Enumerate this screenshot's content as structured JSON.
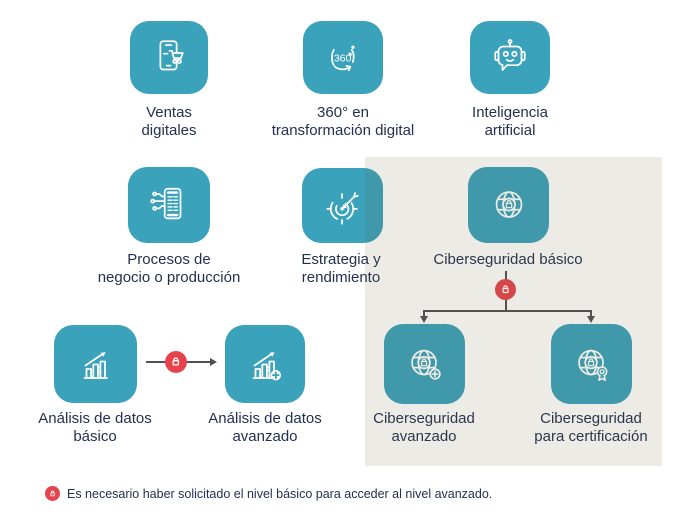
{
  "colors": {
    "tile_teal": "#3BA2BB",
    "panel_tint": "#ECEBE5",
    "label_text": "#243050",
    "connector": "#4F5055",
    "lock_red": "#E5444E"
  },
  "modules": {
    "ventas_digitales": {
      "label": "Ventas\ndigitales",
      "icon": "phone-shopping-cart-icon"
    },
    "transformacion_360": {
      "label": "360° en\ntransformación digital",
      "icon": "360-degrees-icon"
    },
    "inteligencia_artificial": {
      "label": "Inteligencia\nartificial",
      "icon": "robot-icon"
    },
    "procesos": {
      "label": "Procesos de\nnegocio o producción",
      "icon": "phone-circuit-icon"
    },
    "estrategia": {
      "label": "Estrategia y\nrendimiento",
      "icon": "target-dart-icon"
    },
    "ciberseguridad_basico": {
      "label": "Ciberseguridad básico",
      "icon": "globe-lock-icon"
    },
    "analisis_basico": {
      "label": "Análisis de datos\nbásico",
      "icon": "bar-chart-arrow-icon"
    },
    "analisis_avanzado": {
      "label": "Análisis de datos\navanzado",
      "icon": "bar-chart-plus-icon"
    },
    "ciberseguridad_avanzado": {
      "label": "Ciberseguridad\navanzado",
      "icon": "globe-lock-plus-icon"
    },
    "ciberseguridad_certificacion": {
      "label": "Ciberseguridad\npara certificación",
      "icon": "globe-lock-medal-icon"
    }
  },
  "icon_texts": {
    "degrees_360": "360"
  },
  "footnote": {
    "icon": "lock-icon",
    "text": "Es necesario haber solicitado el nivel básico para acceder al nivel avanzado."
  }
}
